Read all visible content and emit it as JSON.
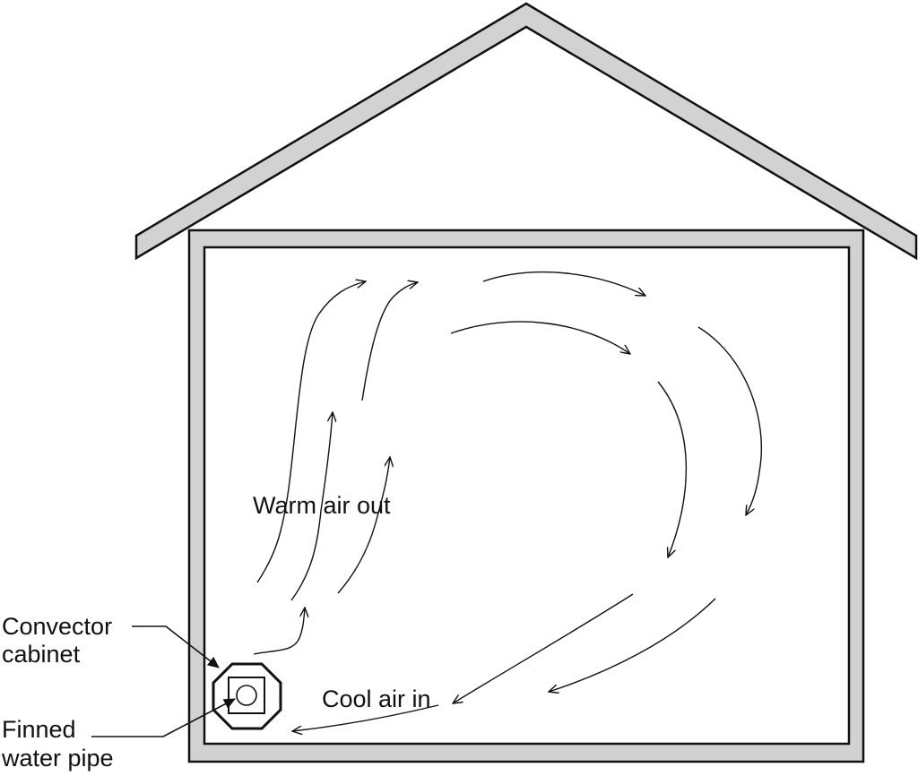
{
  "labels": {
    "warm_air": "Warm air out",
    "cool_air": "Cool air in",
    "convector_line1": "Convector",
    "convector_line2": "cabinet",
    "pipe_line1": "Finned",
    "pipe_line2": "water pipe"
  },
  "colors": {
    "wall_fill": "#d2d2d2",
    "stroke": "#111111",
    "background": "#ffffff"
  }
}
